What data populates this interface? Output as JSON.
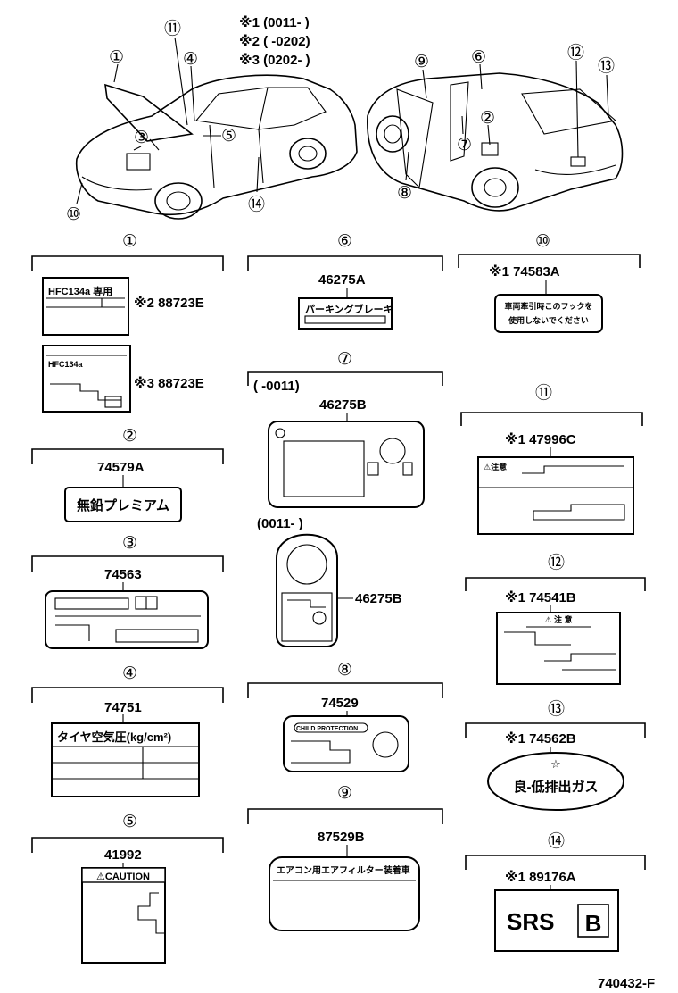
{
  "header": {
    "note1": "※1 (0011-        )",
    "note2": "※2 (          -0202)",
    "note3": "※3 (0202-        )"
  },
  "car_callouts": [
    "①",
    "②",
    "③",
    "④",
    "⑤",
    "⑥",
    "⑦",
    "⑧",
    "⑨",
    "⑩",
    "⑪",
    "⑫",
    "⑬",
    "⑭"
  ],
  "groups": {
    "g1": {
      "num": "①",
      "part_a": "※2 88723E",
      "part_b": "※3 88723E",
      "label_a": "HFC134a 専用",
      "label_b": "HFC134a"
    },
    "g2": {
      "num": "②",
      "part": "74579A",
      "label": "無鉛プレミアム"
    },
    "g3": {
      "num": "③",
      "part": "74563"
    },
    "g4": {
      "num": "④",
      "part": "74751",
      "label": "タイヤ空気圧(kg/cm²)"
    },
    "g5": {
      "num": "⑤",
      "part": "41992",
      "label": "⚠CAUTION"
    },
    "g6": {
      "num": "⑥",
      "part": "46275A",
      "label": "パーキングブレーキ"
    },
    "g7": {
      "num": "⑦",
      "range_a": "(        -0011)",
      "part_a": "46275B",
      "range_b": "(0011-        )",
      "part_b": "46275B"
    },
    "g8": {
      "num": "⑧",
      "part": "74529",
      "label": "CHILD PROTECTION"
    },
    "g9": {
      "num": "⑨",
      "part": "87529B",
      "label": "エアコン用エアフィルター装着車"
    },
    "g10": {
      "num": "⑩",
      "part": "※1 74583A",
      "label_line1": "車両牽引時このフックを",
      "label_line2": "使用しないでください"
    },
    "g11": {
      "num": "⑪",
      "part": "※1 47996C",
      "label": "⚠注意"
    },
    "g12": {
      "num": "⑫",
      "part": "※1 74541B",
      "label": "⚠ 注 意"
    },
    "g13": {
      "num": "⑬",
      "part": "※1 74562B",
      "label": "良-低排出ガス"
    },
    "g14": {
      "num": "⑭",
      "part": "※1 89176A",
      "label_a": "SRS",
      "label_b": "B"
    }
  },
  "footer": {
    "code": "740432-F"
  }
}
